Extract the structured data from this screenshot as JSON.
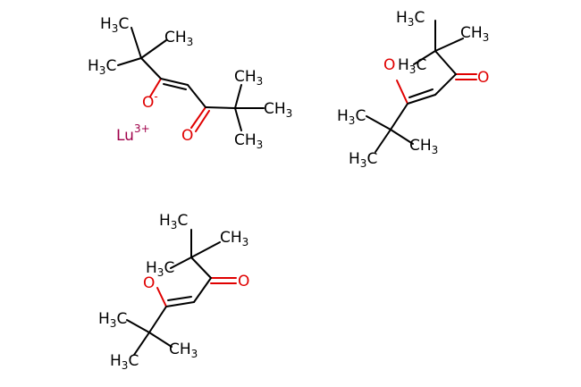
{
  "molecule": {
    "labels": {
      "ch3_h": "H",
      "ch3_c": "C",
      "ch3_c_lead": "CH",
      "ch3_sub": "3",
      "oxygen": "O",
      "oxygen_charge": "-",
      "metal": "Lu",
      "metal_charge": "3+"
    },
    "colors": {
      "carbon": "#000000",
      "oxygen": "#e00000",
      "lutetium": "#a0004a"
    }
  }
}
